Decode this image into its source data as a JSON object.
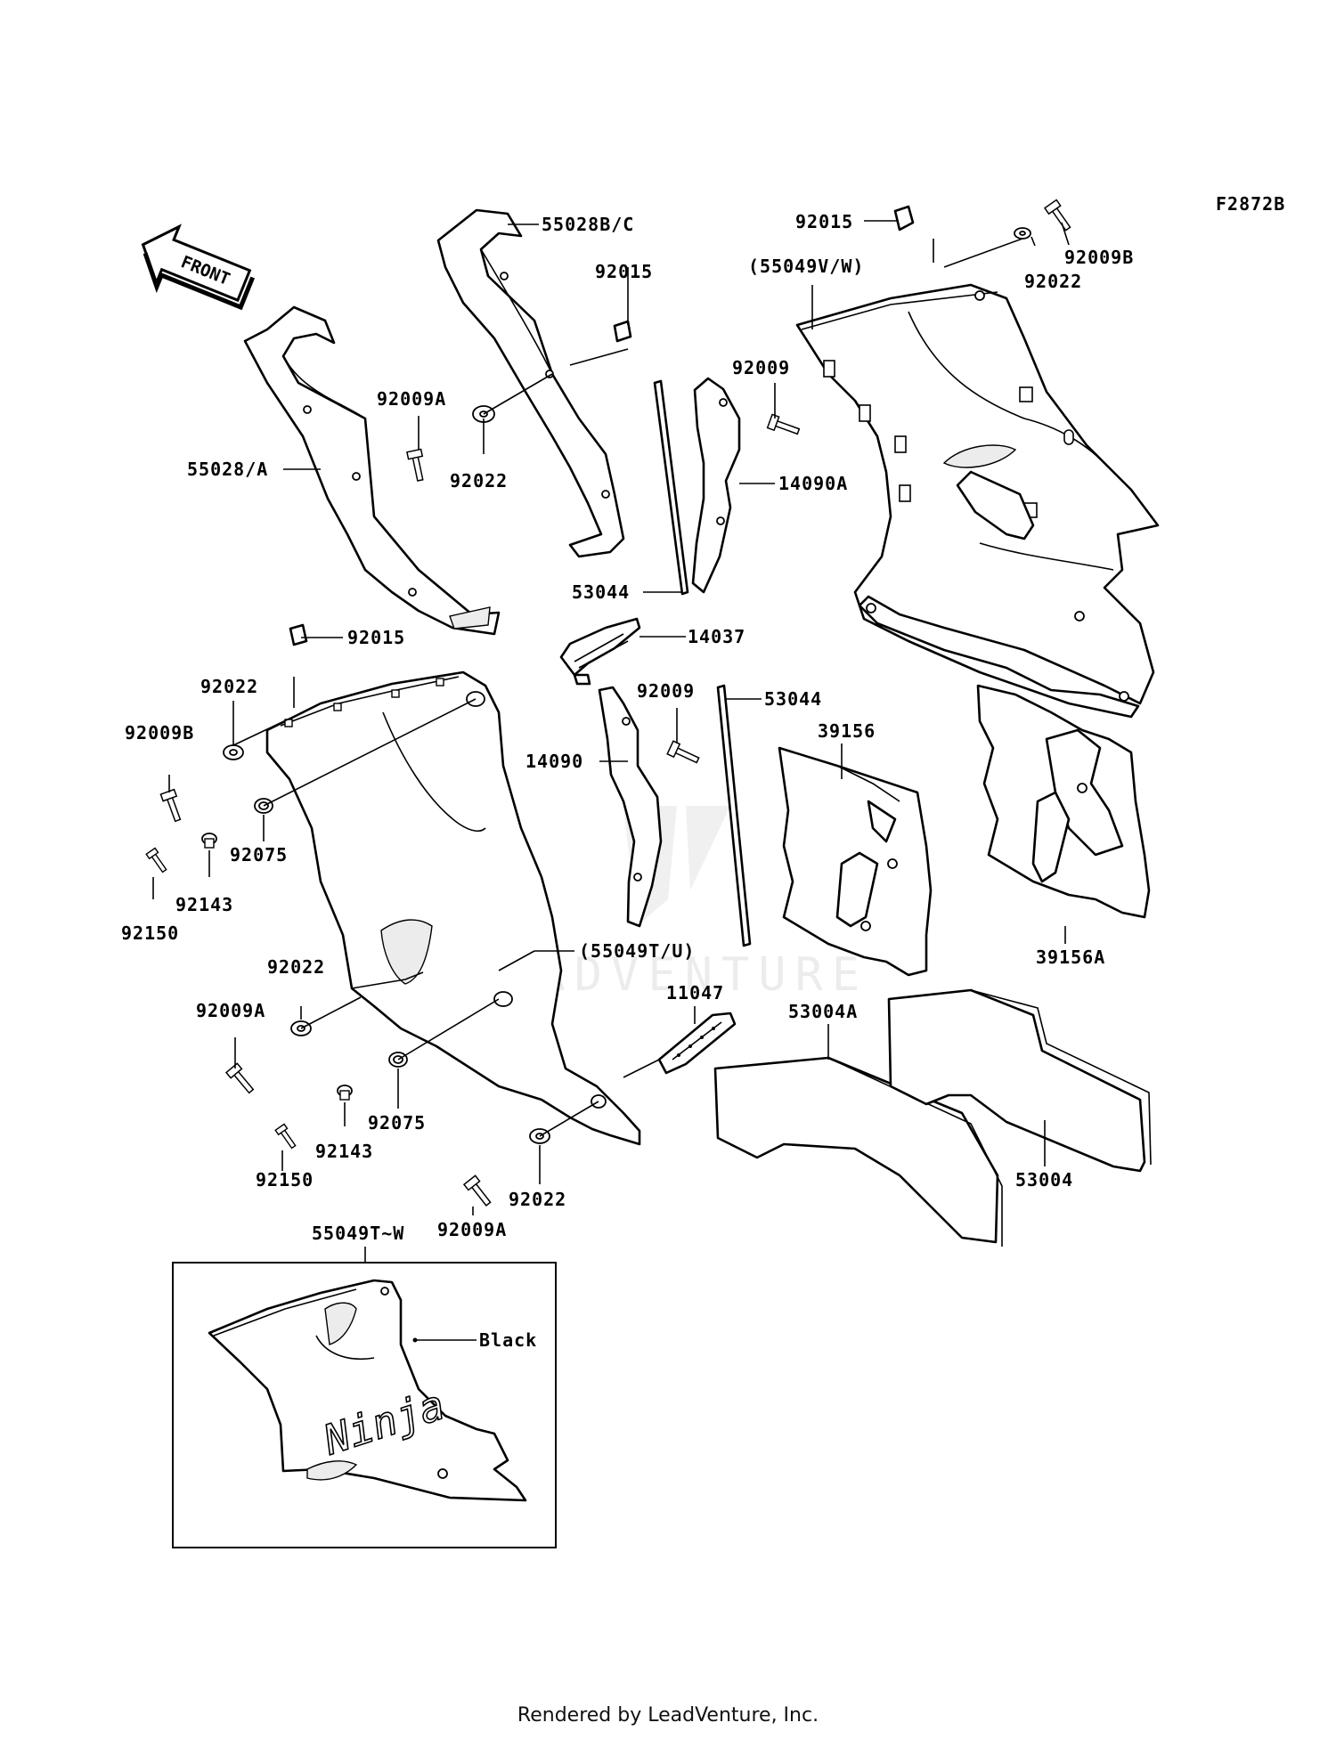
{
  "figure_code": "F2872B",
  "front_label": "FRONT",
  "inset_heading": "55049T~W",
  "inset_color_label": "Black",
  "inset_logo": "Ninja",
  "watermark": "LEADVENTURE",
  "credit": "Rendered by LeadVenture, Inc.",
  "callouts": [
    {
      "id": "c01",
      "label": "55028B/C"
    },
    {
      "id": "c02",
      "label": "92015"
    },
    {
      "id": "c03",
      "label": "92015"
    },
    {
      "id": "c04",
      "label": "92022"
    },
    {
      "id": "c05",
      "label": "92009B"
    },
    {
      "id": "c06",
      "label": "(55049V/W)"
    },
    {
      "id": "c07",
      "label": "92009"
    },
    {
      "id": "c08",
      "label": "92009A"
    },
    {
      "id": "c09",
      "label": "55028/A"
    },
    {
      "id": "c10",
      "label": "92022"
    },
    {
      "id": "c11",
      "label": "14090A"
    },
    {
      "id": "c12",
      "label": "53044"
    },
    {
      "id": "c13",
      "label": "14037"
    },
    {
      "id": "c14",
      "label": "92015"
    },
    {
      "id": "c15",
      "label": "92022"
    },
    {
      "id": "c16",
      "label": "92009B"
    },
    {
      "id": "c17",
      "label": "92009"
    },
    {
      "id": "c18",
      "label": "53044"
    },
    {
      "id": "c19",
      "label": "39156"
    },
    {
      "id": "c20",
      "label": "14090"
    },
    {
      "id": "c21",
      "label": "92075"
    },
    {
      "id": "c22",
      "label": "92143"
    },
    {
      "id": "c23",
      "label": "92150"
    },
    {
      "id": "c24",
      "label": "39156A"
    },
    {
      "id": "c25",
      "label": "(55049T/U)"
    },
    {
      "id": "c26",
      "label": "92022"
    },
    {
      "id": "c27",
      "label": "11047"
    },
    {
      "id": "c28",
      "label": "53004A"
    },
    {
      "id": "c29",
      "label": "92009A"
    },
    {
      "id": "c30",
      "label": "92143"
    },
    {
      "id": "c31",
      "label": "92075"
    },
    {
      "id": "c32",
      "label": "92150"
    },
    {
      "id": "c33",
      "label": "92022"
    },
    {
      "id": "c34",
      "label": "53004"
    },
    {
      "id": "c35",
      "label": "92009A"
    }
  ]
}
